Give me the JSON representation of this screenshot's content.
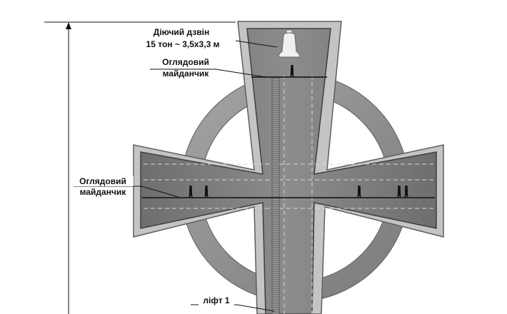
{
  "labels": {
    "bell_name": "Діючий дзвін",
    "bell_spec": "15 тон ~ 3,5х3,3 м",
    "top_deck_line1": "Оглядовий",
    "top_deck_line2": "майданчик",
    "side_deck_line1": "Оглядовий",
    "side_deck_line2": "майданчик",
    "lift": "ліфт 1"
  },
  "colors": {
    "ring": "#8d8d8d",
    "cross_outline": "#5e5e5e",
    "cross_border": "#c4c4c4",
    "cross_inner": "#7a7a7a",
    "line": "#111111"
  },
  "icons": [
    "bell-icon",
    "person-figure-icon"
  ]
}
